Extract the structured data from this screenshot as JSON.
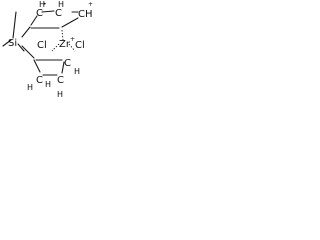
{
  "molecule": {
    "atoms": {
      "si": "Si",
      "zr": "Zr",
      "cl_1": "Cl",
      "cl_2": "Cl",
      "ch_top_1": "C",
      "ch_top_1_h": "H",
      "ch_top_2": "C",
      "ch_top_2_h": "H",
      "ch_right": "CH",
      "ch_top_dot": "•",
      "ch_top_h_center": "H",
      "ch_bot_1": "C",
      "ch_bot_1_h": "H",
      "ch_bot_2": "C",
      "ch_bot_2_h": "H",
      "ch_bot_3": "C",
      "ch_bot_3_h": "H",
      "charge_1": "+",
      "charge_2": "+"
    }
  }
}
